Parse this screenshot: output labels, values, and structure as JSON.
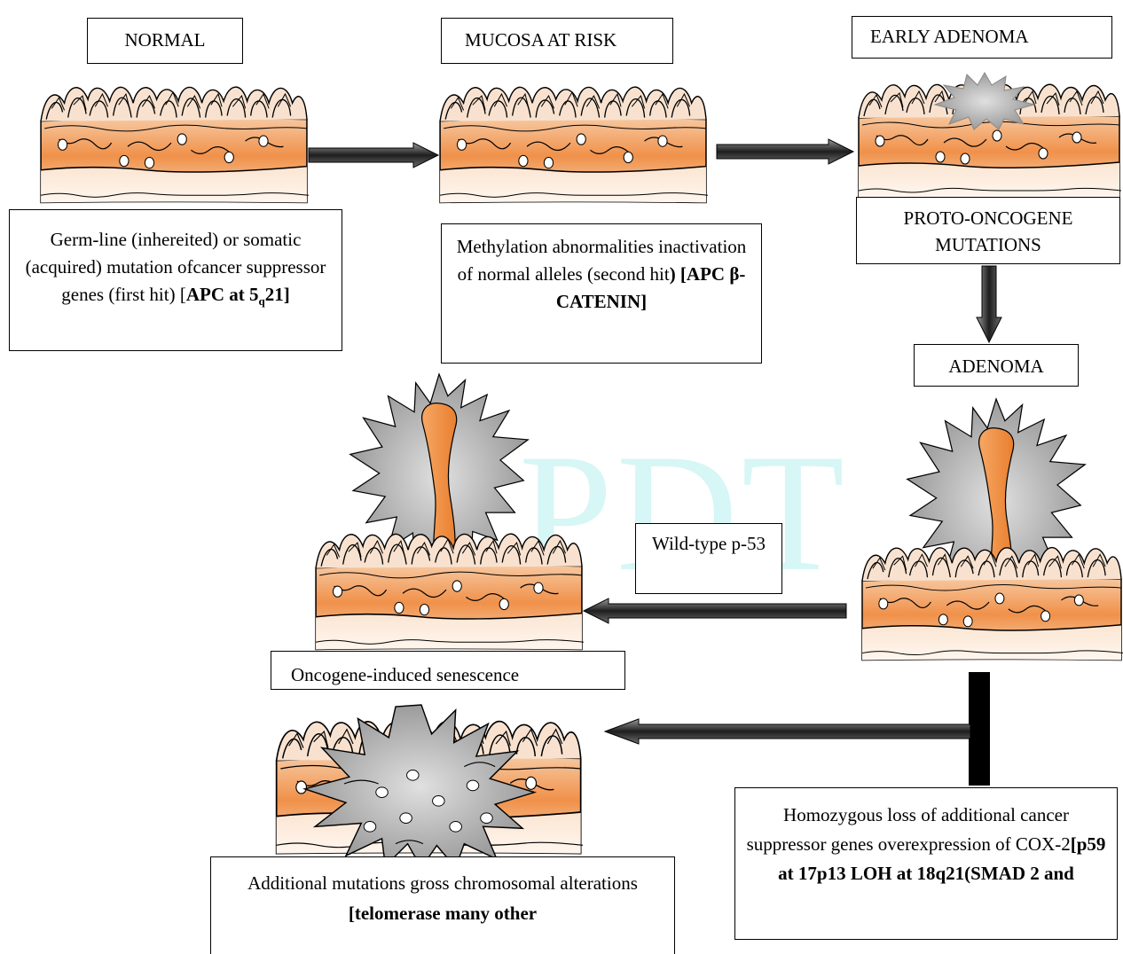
{
  "stages": {
    "normal": "NORMAL",
    "mucosa_at_risk": "MUCOSA AT RISK",
    "early_adenoma": "EARLY ADENOMA",
    "adenoma": "ADENOMA"
  },
  "notes": {
    "first_hit": {
      "text": "Germ-line (inhereited) or somatic (acquired) mutation ofcancer suppressor genes (first hit) [",
      "bold": "APC at 5",
      "sub": "q",
      "bold_end": "21]"
    },
    "second_hit": {
      "text": "Methylation abnormalities inactivation of normal alleles (second hit",
      "bold": ") [APC β-CATENIN]"
    },
    "proto_oncogene": "PROTO-ONCOGENE MUTATIONS",
    "wild_type": "Wild-type p-53",
    "senescence": "Oncogene-induced senescence",
    "homozygous": {
      "text": "Homozygous loss of additional cancer suppressor genes overexpression of COX-2",
      "bold": "[p59 at 17p13 LOH at 18q21(SMAD 2 and"
    },
    "additional": {
      "text": "Additional mutations gross chromosomal alterations ",
      "bold": "[telomerase many other"
    }
  },
  "watermark": "PDT",
  "colors": {
    "tissue_orange": "#f4a460",
    "tissue_dark": "#e07b2e",
    "tumor_gray": "#b8b8b8",
    "arrow_dark": "#333333"
  },
  "icons": [
    "right-arrow-icon",
    "down-arrow-icon",
    "left-arrow-icon",
    "tissue-section-icon",
    "tumor-growth-icon"
  ]
}
